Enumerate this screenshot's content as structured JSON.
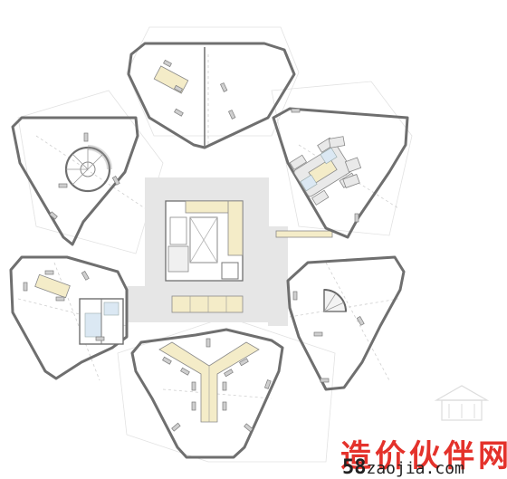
{
  "watermark": {
    "chinese": "造价伙伴网",
    "digits": "58",
    "domain": "zaojia.com"
  }
}
